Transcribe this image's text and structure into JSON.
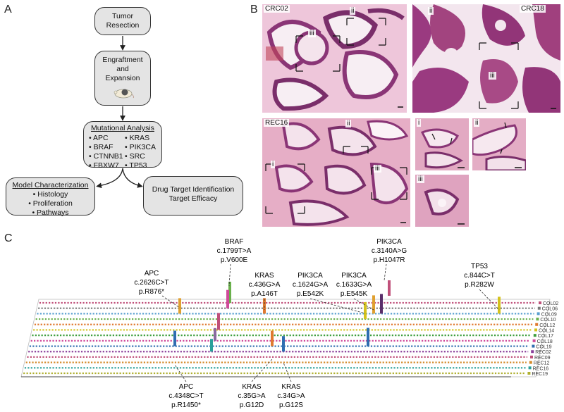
{
  "panels": {
    "a": "A",
    "b": "B",
    "c": "C"
  },
  "flow": {
    "tumor": [
      "Tumor",
      "Resection"
    ],
    "engraft": [
      "Engraftment",
      "and",
      "Expansion"
    ],
    "mutational": {
      "title": "Mutational Analysis",
      "left": [
        "• APC",
        "• BRAF",
        "• CTNNB1",
        "• FBXW7"
      ],
      "right": [
        "• KRAS",
        "• PIK3CA",
        "• SRC",
        "• TP53"
      ]
    },
    "model": {
      "title": "Model Characterization",
      "items": [
        "• Histology",
        "• Proliferation",
        "• Pathways"
      ]
    },
    "drug": [
      "Drug Target Identification",
      "Target Efficacy"
    ]
  },
  "histology": {
    "crc02": "CRC02",
    "crc18": "CRC18",
    "rec16": "REC16",
    "insets": [
      "i",
      "ii",
      "iii"
    ]
  },
  "samples": [
    "COL02",
    "COL06",
    "COL09",
    "COL10",
    "COL12",
    "COL14",
    "COL17",
    "COL18",
    "COL19",
    "REC02",
    "REC09",
    "REC12",
    "REC16",
    "REC19"
  ],
  "sample_colors": [
    "#c0507a",
    "#7a7a7a",
    "#5aa0d0",
    "#6ab04c",
    "#e07a30",
    "#d4c21c",
    "#3d9e3d",
    "#d04a9a",
    "#2f6db0",
    "#8a3f9a",
    "#c0507a",
    "#d48a2a",
    "#2aa09a",
    "#b0b030"
  ],
  "mutations_top": [
    {
      "gene": "APC",
      "cdna": "c.2626C>T",
      "protein": "p.R876*"
    },
    {
      "gene": "BRAF",
      "cdna": "c.1799T>A",
      "protein": "p.V600E"
    },
    {
      "gene": "KRAS",
      "cdna": "c.436G>A",
      "protein": "p.A146T"
    },
    {
      "gene": "PIK3CA",
      "cdna": "c.1624G>A",
      "protein": "p.E542K"
    },
    {
      "gene": "PIK3CA",
      "cdna": "c.1633G>A",
      "protein": "p.E545K"
    },
    {
      "gene": "PIK3CA",
      "cdna": "c.3140A>G",
      "protein": "p.H1047R"
    },
    {
      "gene": "TP53",
      "cdna": "c.844C>T",
      "protein": "p.R282W"
    }
  ],
  "mutations_bottom": [
    {
      "gene": "APC",
      "cdna": "c.4348C>T",
      "protein": "p.R1450*"
    },
    {
      "gene": "KRAS",
      "cdna": "c.35G>A",
      "protein": "p.G12D"
    },
    {
      "gene": "KRAS",
      "cdna": "c.34G>A",
      "protein": "p.G12S"
    }
  ],
  "colors": {
    "bg": "#ffffff",
    "box": "#e4e4e4",
    "tissue_pink": "#e8b7cf",
    "tissue_purple": "#7a2e6a"
  }
}
